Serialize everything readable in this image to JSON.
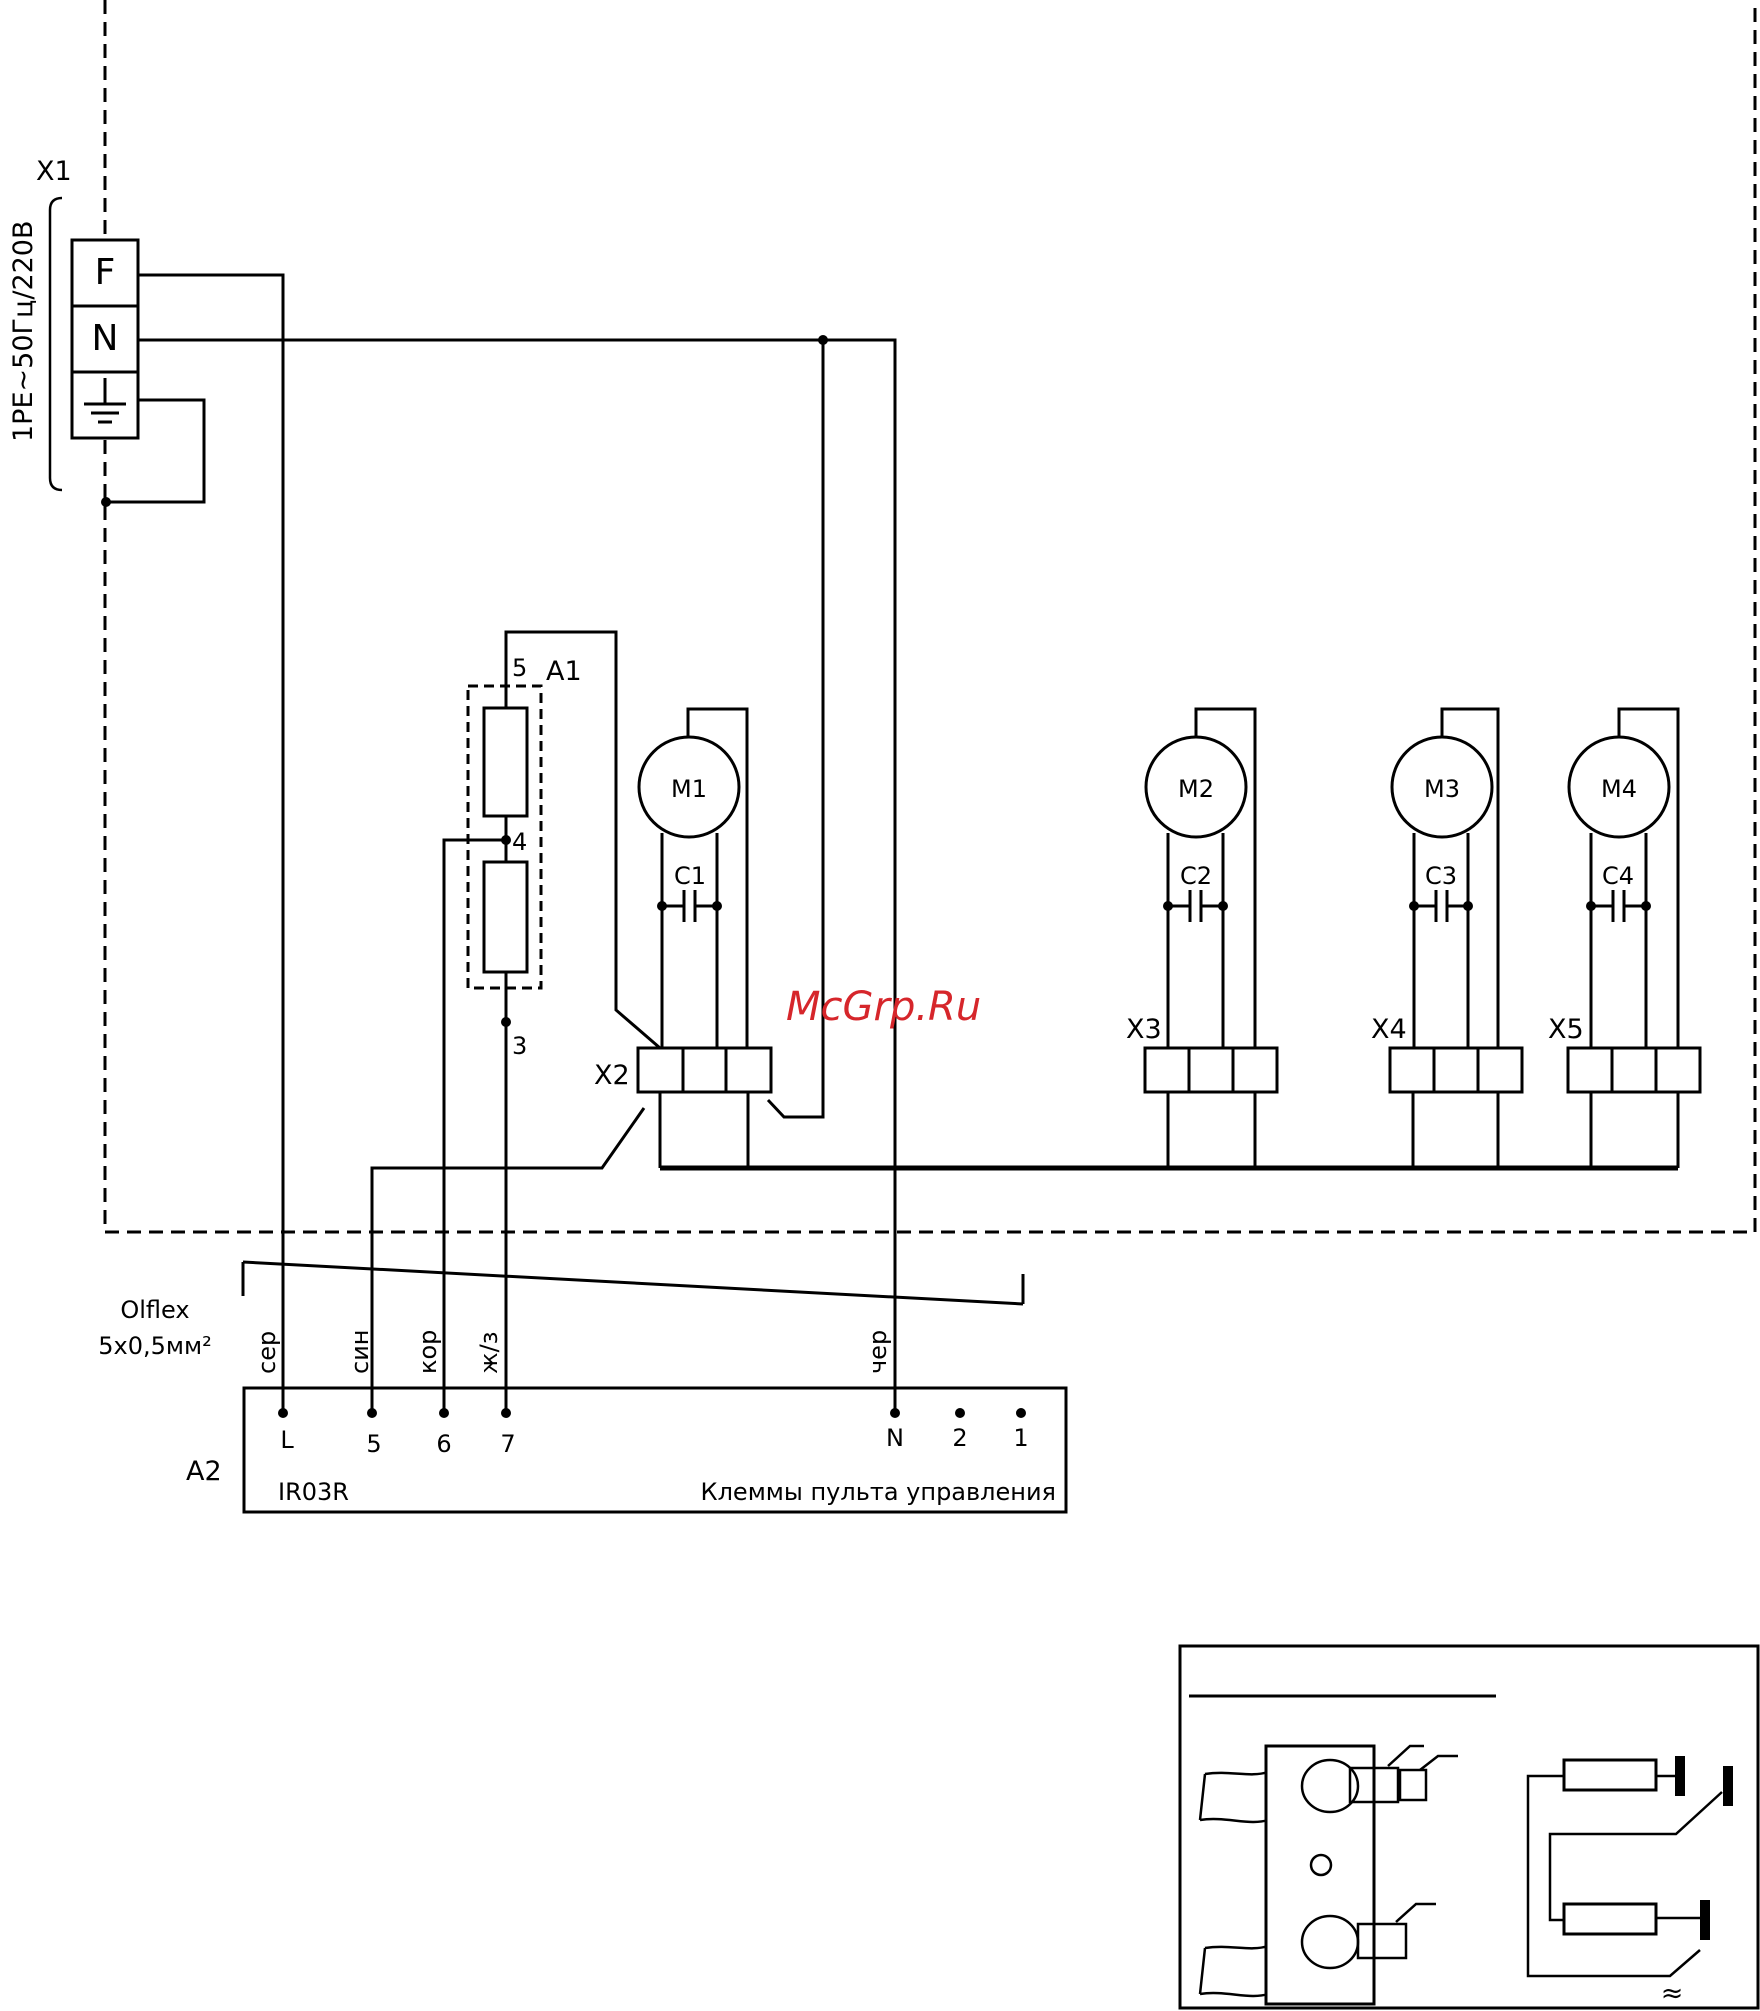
{
  "power": {
    "terminal_label": "X1",
    "supply_label": "1PE~50Гц/220В",
    "pins": [
      "F",
      "N"
    ]
  },
  "resistor": {
    "label": "A1",
    "pins": [
      "5",
      "4",
      "3"
    ]
  },
  "motors": [
    {
      "label": "M1",
      "capacitor": "C1",
      "connector": "X2"
    },
    {
      "label": "M2",
      "capacitor": "C2",
      "connector": "X3"
    },
    {
      "label": "M3",
      "capacitor": "C3",
      "connector": "X4"
    },
    {
      "label": "M4",
      "capacitor": "C4",
      "connector": "X5"
    }
  ],
  "cable": {
    "type_line1": "Olflex",
    "type_line2": "5х0,5мм²",
    "wire_colors": [
      "сер",
      "син",
      "кор",
      "ж/з",
      "чер"
    ]
  },
  "control_panel": {
    "label": "A2",
    "model": "IR03R",
    "title": "Клеммы пульта управления",
    "terminals": [
      "L",
      "5",
      "6",
      "7",
      "N",
      "2",
      "1"
    ]
  },
  "watermark": "McGrp.Ru",
  "inset": {
    "corner_symbol": "≈"
  }
}
